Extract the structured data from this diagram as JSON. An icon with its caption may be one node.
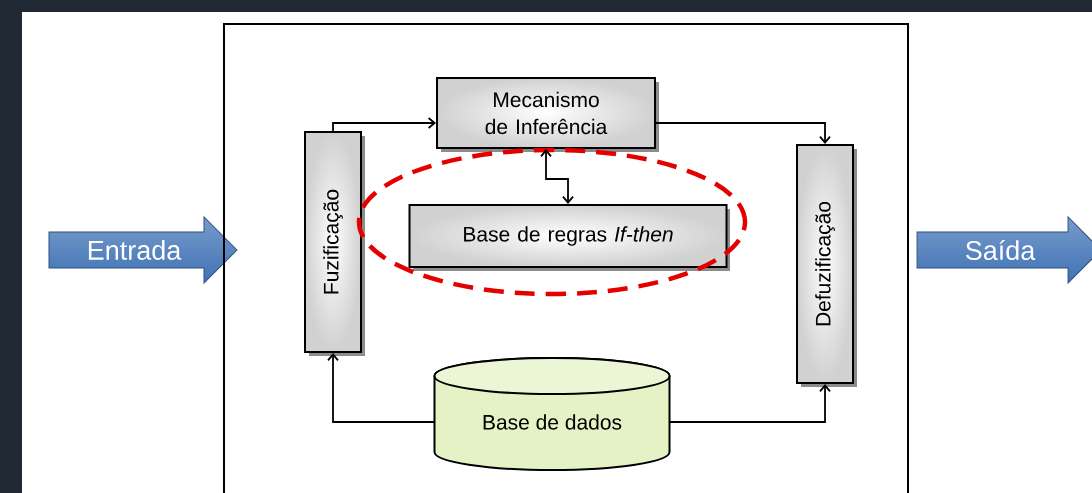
{
  "diagram": {
    "nodes": [
      {
        "text": [
          "Entrada"
        ]
      },
      {
        "text": [],
        "shape": "box"
      },
      {
        "text": [
          "Mecanismo de Inferência"
        ],
        "in": 1
      },
      {
        "text": [
          "Fuzificação"
        ],
        "in": 1
      },
      {
        "text": [
          "Base de regras *If-then*"
        ],
        "in": 1
      },
      {
        "text": [
          "Defuzificação"
        ],
        "in": 1
      },
      {
        "text": [
          "Base de dados"
        ],
        "in": 1
      },
      {
        "text": [
          "Saída"
        ]
      }
    ],
    "edges": [
      {
        "from": 3,
        "to": 2,
        "arrow": "to"
      },
      {
        "from": 2,
        "to": 5,
        "arrow": "to"
      },
      {
        "from": 2,
        "to": 4,
        "arrow": "both"
      },
      {
        "from": 6,
        "to": 3,
        "arrow": "to"
      },
      {
        "from": 6,
        "to": 5,
        "arrow": "to"
      }
    ]
  }
}
